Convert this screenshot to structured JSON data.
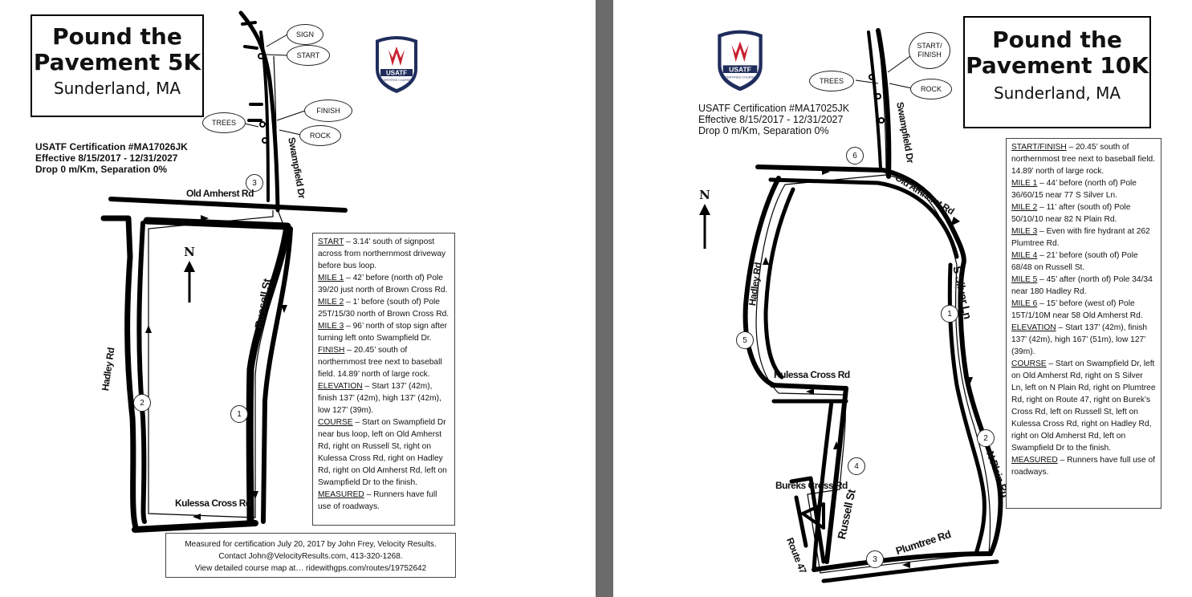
{
  "five_k": {
    "title_line1": "Pound the",
    "title_line2": "Pavement 5K",
    "location": "Sunderland, MA",
    "cert_lines": [
      "USATF Certification #MA17026JK",
      "Effective 8/15/2017 - 12/31/2027",
      "Drop 0 m/Km, Separation 0%"
    ],
    "callouts": {
      "sign": "SIGN",
      "start": "START",
      "finish": "FINISH",
      "trees": "TREES",
      "rock": "ROCK"
    },
    "miles": [
      "1",
      "2",
      "3"
    ],
    "roads": {
      "old_amherst": "Old Amherst Rd",
      "swampfield": "Swampfield Dr",
      "russell": "Russell St",
      "hadley": "Hadley Rd",
      "kulessa": "Kulessa Cross Rd"
    },
    "north": "N",
    "notes": [
      {
        "label": "START",
        "text": " – 3.14’ south of signpost across from northernmost driveway before bus loop."
      },
      {
        "label": "MILE 1",
        "text": " – 42’ before (north of) Pole 39/20 just north of Brown Cross Rd."
      },
      {
        "label": "MILE 2",
        "text": " – 1’ before (south of) Pole 25T/15/30 north of Brown Cross Rd."
      },
      {
        "label": "MILE 3",
        "text": " – 96’ north of stop sign after turning left onto Swampfield Dr."
      },
      {
        "label": "FINISH",
        "text": " – 20.45’ south of northernmost tree next to baseball field. 14.89’ north of large rock."
      },
      {
        "label": "ELEVATION",
        "text": " – Start 137’ (42m), finish 137’ (42m), high 137’ (42m), low 127’ (39m)."
      },
      {
        "label": "COURSE",
        "text": " – Start on Swampfield Dr near bus loop, left on Old Amherst Rd, right on Russell St, right on Kulessa Cross Rd, right on Hadley Rd, right on Old Amherst Rd, left on Swampfield Dr to the finish."
      },
      {
        "label": "MEASURED",
        "text": " – Runners have full use of roadways."
      }
    ],
    "footer": [
      "Measured for certification July 20, 2017 by John Frey, Velocity Results.",
      "Contact John@VelocityResults.com, 413-320-1268.",
      "View detailed course map at… ridewithgps.com/routes/19752642"
    ]
  },
  "ten_k": {
    "title_line1": "Pound the",
    "title_line2": "Pavement 10K",
    "location": "Sunderland, MA",
    "cert_lines": [
      "USATF Certification #MA17025JK",
      "Effective 8/15/2017 - 12/31/2027",
      "Drop 0 m/Km, Separation 0%"
    ],
    "callouts": {
      "start_finish": "START/ FINISH",
      "trees": "TREES",
      "rock": "ROCK"
    },
    "miles": [
      "1",
      "2",
      "3",
      "4",
      "5",
      "6"
    ],
    "roads": {
      "swampfield": "Swampfield Dr",
      "old_amherst": "Old Amherst Rd",
      "s_silver": "S Silver Ln",
      "hadley": "Hadley Rd",
      "kulessa": "Kulessa Cross Rd",
      "bureks": "Bureks Cross Rd",
      "russell": "Russell St",
      "route47": "Route 47",
      "plumtree": "Plumtree Rd",
      "n_plain": "N Plain Rd"
    },
    "north": "N",
    "notes": [
      {
        "label": "START/FINISH",
        "text": " – 20.45’ south of northernmost tree next to baseball field. 14.89’ north of large rock."
      },
      {
        "label": "MILE 1",
        "text": " – 44’ before (north of) Pole 36/60/15 near 77 S Silver Ln."
      },
      {
        "label": "MILE 2",
        "text": " – 11’ after (south of) Pole 50/10/10 near 82 N Plain Rd."
      },
      {
        "label": "MILE 3",
        "text": " – Even with fire hydrant at 262 Plumtree Rd."
      },
      {
        "label": "MILE 4",
        "text": " – 21’ before (south of) Pole 68/48 on Russell St."
      },
      {
        "label": "MILE 5",
        "text": " – 45’ after (north of) Pole 34/34 near 180 Hadley Rd."
      },
      {
        "label": "MILE 6",
        "text": " – 15’ before (west of) Pole 15T/1/10M near 58 Old Amherst Rd."
      },
      {
        "label": "ELEVATION",
        "text": " – Start 137’ (42m), finish 137’ (42m), high 167’ (51m), low 127’ (39m)."
      },
      {
        "label": "COURSE",
        "text": " – Start on Swampfield Dr, left on Old Amherst Rd, right on S Silver Ln, left on N Plain Rd, right on Plumtree Rd, right on Route 47, right on Burek’s Cross Rd, left on Russell St, left on Kulessa Cross Rd, right on Hadley Rd, right on Old Amherst Rd, left on Swampfield Dr to the finish."
      },
      {
        "label": "MEASURED",
        "text": " – Runners have full use of roadways."
      }
    ]
  },
  "badge": {
    "name": "USATF",
    "subtitle": "CERTIFIED COURSE",
    "colors": {
      "navy": "#1f2d5c",
      "red": "#c8202f"
    }
  }
}
